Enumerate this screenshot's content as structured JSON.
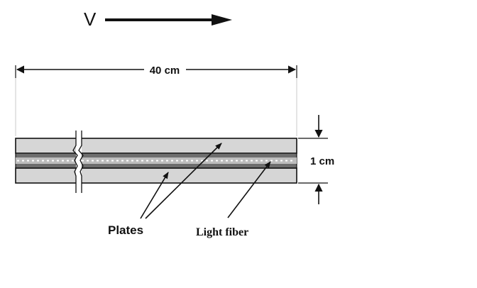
{
  "velocity_label": "V",
  "length_label": "40 cm",
  "thickness_label": "1 cm",
  "plates_label": "Plates",
  "fiber_label": "Light fiber",
  "colors": {
    "plate": "#d6d6d6",
    "core": "#6e6e6e",
    "line": "#111111",
    "fiber_dots": "#ffffff"
  }
}
